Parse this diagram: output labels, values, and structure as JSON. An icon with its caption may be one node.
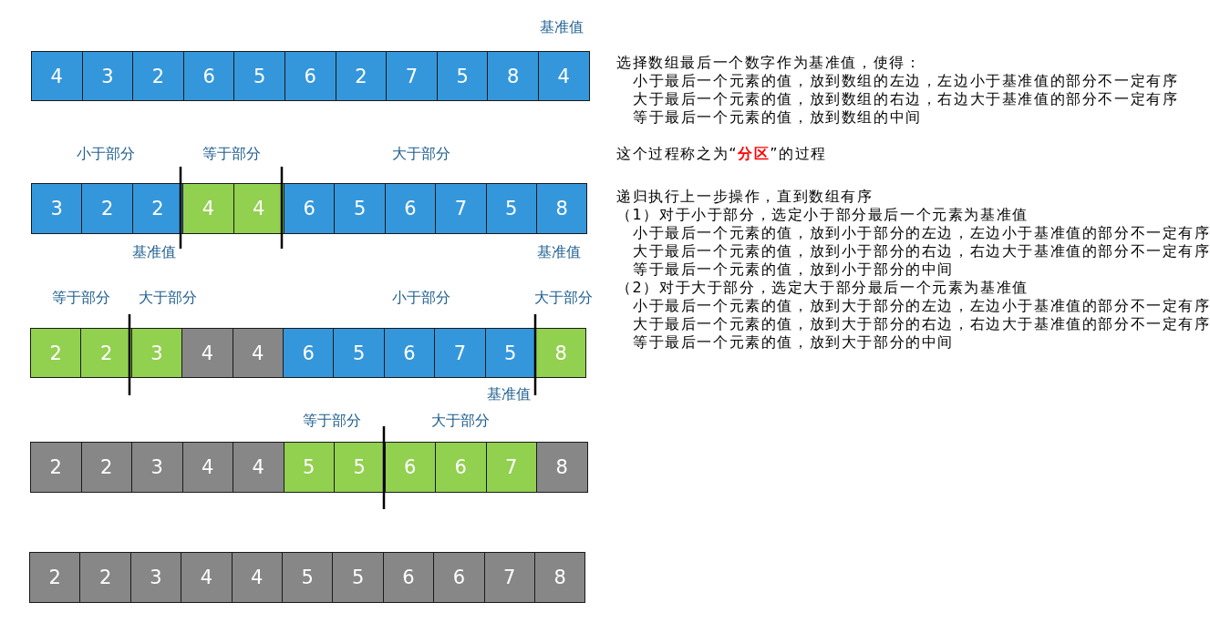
{
  "diagram": {
    "nodes": [
      {
        "text": [
          "4"
        ]
      },
      {
        "text": [
          "3"
        ]
      },
      {
        "text": [
          "2"
        ]
      },
      {
        "text": [
          "6"
        ]
      },
      {
        "text": [
          "5"
        ]
      },
      {
        "text": [
          "6"
        ]
      },
      {
        "text": [
          "2"
        ]
      },
      {
        "text": [
          "7"
        ]
      },
      {
        "text": [
          "5"
        ]
      },
      {
        "text": [
          "8"
        ]
      },
      {
        "text": [
          "4"
        ]
      },
      {
        "text": [
          "3"
        ]
      },
      {
        "text": [
          "2"
        ]
      },
      {
        "text": [
          "2"
        ]
      },
      {
        "text": [
          "4"
        ]
      },
      {
        "text": [
          "4"
        ]
      },
      {
        "text": [
          "6"
        ]
      },
      {
        "text": [
          "5"
        ]
      },
      {
        "text": [
          "6"
        ]
      },
      {
        "text": [
          "7"
        ]
      },
      {
        "text": [
          "5"
        ]
      },
      {
        "text": [
          "8"
        ]
      },
      {
        "text": [
          "2"
        ]
      },
      {
        "text": [
          "2"
        ]
      },
      {
        "text": [
          "3"
        ]
      },
      {
        "text": [
          "4"
        ]
      },
      {
        "text": [
          "4"
        ]
      },
      {
        "text": [
          "6"
        ]
      },
      {
        "text": [
          "5"
        ]
      },
      {
        "text": [
          "6"
        ]
      },
      {
        "text": [
          "7"
        ]
      },
      {
        "text": [
          "5"
        ]
      },
      {
        "text": [
          "8"
        ]
      },
      {
        "text": [
          "2"
        ]
      },
      {
        "text": [
          "2"
        ]
      },
      {
        "text": [
          "3"
        ]
      },
      {
        "text": [
          "4"
        ]
      },
      {
        "text": [
          "4"
        ]
      },
      {
        "text": [
          "5"
        ]
      },
      {
        "text": [
          "5"
        ]
      },
      {
        "text": [
          "6"
        ]
      },
      {
        "text": [
          "6"
        ]
      },
      {
        "text": [
          "7"
        ]
      },
      {
        "text": [
          "8"
        ]
      },
      {
        "text": [
          "2"
        ]
      },
      {
        "text": [
          "2"
        ]
      },
      {
        "text": [
          "3"
        ]
      },
      {
        "text": [
          "4"
        ]
      },
      {
        "text": [
          "4"
        ]
      },
      {
        "text": [
          "5"
        ]
      },
      {
        "text": [
          "5"
        ]
      },
      {
        "text": [
          "6"
        ]
      },
      {
        "text": [
          "6"
        ]
      },
      {
        "text": [
          "7"
        ]
      },
      {
        "text": [
          "8"
        ]
      }
    ],
    "labels": [
      "基准值",
      "选择数组最后一个数字作为基准值，使得：",
      "小于最后一个元素的值，放到数组的左边，左边小于基准值的部分不一定有序",
      "大于最后一个元素的值，放到数组的右边，右边大于基准值的部分不一定有序",
      "等于最后一个元素的值，放到数组的中间",
      "小于部分",
      "等于部分",
      "大于部分",
      "这个过程称之为“**分区**”的过程",
      "递归执行上一步操作，直到数组有序",
      "（1）对于小于部分，选定小于部分最后一个元素为基准值",
      "小于最后一个元素的值，放到小于部分的左边，左边小于基准值的部分不一定有序",
      "基准值",
      "基准值",
      "大于最后一个元素的值，放到小于部分的右边，右边大于基准值的部分不一定有序",
      "等于最后一个元素的值，放到小于部分的中间",
      "（2）对于大于部分，选定大于部分最后一个元素为基准值",
      "等于部分",
      "大于部分",
      "小于部分",
      "大于部分",
      "小于最后一个元素的值，放到大于部分的左边，左边小于基准值的部分不一定有序",
      "大于最后一个元素的值，放到大于部分的右边，右边大于基准值的部分不一定有序",
      "等于最后一个元素的值，放到大于部分的中间",
      "基准值",
      "等于部分",
      "大于部分"
    ]
  }
}
